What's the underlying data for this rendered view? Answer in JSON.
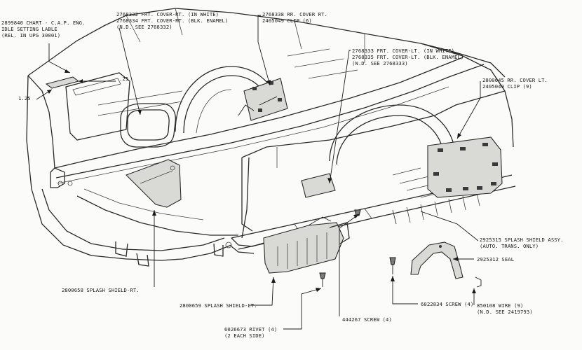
{
  "callouts": {
    "chart": [
      "2899840 CHART - C.A.P. ENG.",
      "IDLE SETTING LABLE",
      "(REL. IN UPG 30001)"
    ],
    "dim_a": ".25",
    "dim_b": "1.25",
    "cover_rt": [
      "2768332 FRT. COVER-RT. (IN WHITE)",
      "2768334 FRT. COVER-RT. (BLK. ENAMEL)",
      "(N.D. SEE 2768332)"
    ],
    "rr_cover_rt": [
      "2768338 RR. COVER RT.",
      "2405049 CLIP (6)"
    ],
    "cover_lt": [
      "2768333 FRT. COVER-LT. (IN WHITE)",
      "2768335 FRT. COVER-LT. (BLK. ENAMEL)",
      "(N.D. SEE 2768333)"
    ],
    "rr_cover_lt": [
      "2800645 RR. COVER LT.",
      "2405049 CLIP (9)"
    ],
    "splash_assy": [
      "2925315 SPLASH SHIELD ASSY.",
      "(AUTO. TRANS. ONLY)"
    ],
    "seal": "2925312 SEAL",
    "splash_rt": "2800658 SPLASH SHIELD-RT.",
    "splash_lt": "2800659 SPLASH SHIELD-LT.",
    "rivet": [
      "6026673 RIVET (4)",
      "(2 EACH SIDE)"
    ],
    "screw_a": "444267 SCREW (4)",
    "screw_b": "6022834 SCREW (4)",
    "wire": [
      "850108 WIRE (9)",
      "(N.D. SEE 2419793)"
    ]
  }
}
